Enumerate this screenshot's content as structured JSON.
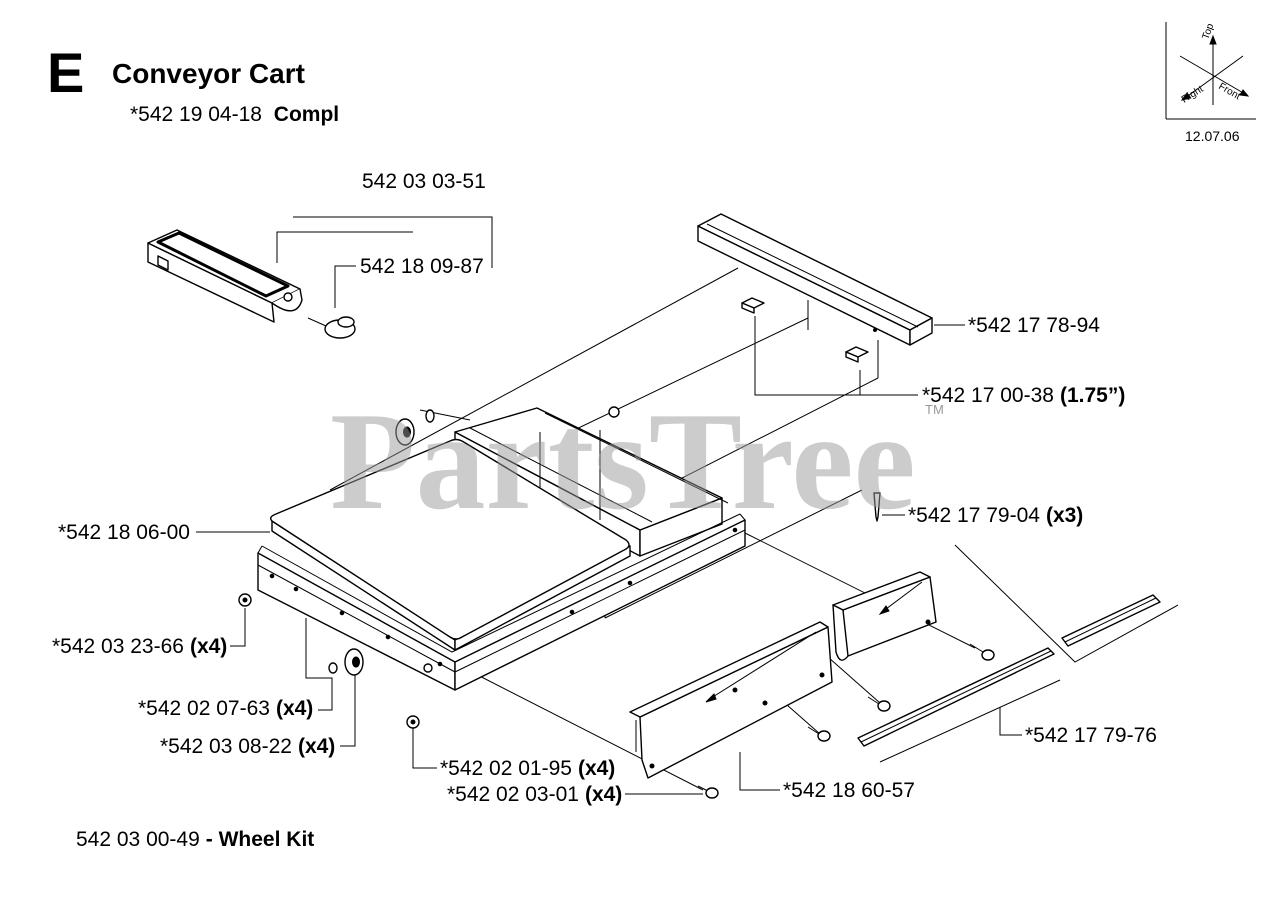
{
  "section": {
    "letter": "E",
    "title": "Conveyor Cart",
    "assembly_number": "*542 19 04-18",
    "assembly_suffix": "Compl"
  },
  "orientation": {
    "top": "Top",
    "right": "Right",
    "front": "Front",
    "date": "12.07.06"
  },
  "watermark": {
    "text": "PartsTree",
    "mark": "TM"
  },
  "parts": [
    {
      "number": "542 03 03-51"
    },
    {
      "number": "542 18 09-87"
    },
    {
      "number": "*542 17 78-94"
    },
    {
      "number": "*542 17 00-38",
      "qty": "(1.75”)"
    },
    {
      "number": "*542 17 79-04",
      "qty": "(x3)"
    },
    {
      "number": "*542 18 06-00"
    },
    {
      "number": "*542 03 23-66",
      "qty": "(x4)"
    },
    {
      "number": "*542 02 07-63",
      "qty": "(x4)"
    },
    {
      "number": "*542 03 08-22",
      "qty": "(x4)"
    },
    {
      "number": "*542 02 01-95",
      "qty": "(x4)"
    },
    {
      "number": "*542 02 03-01",
      "qty": "(x4)"
    },
    {
      "number": "*542 18 60-57"
    },
    {
      "number": "*542 17 79-76"
    }
  ],
  "kit": {
    "number": "542 03 00-49",
    "suffix": "- Wheel Kit"
  }
}
